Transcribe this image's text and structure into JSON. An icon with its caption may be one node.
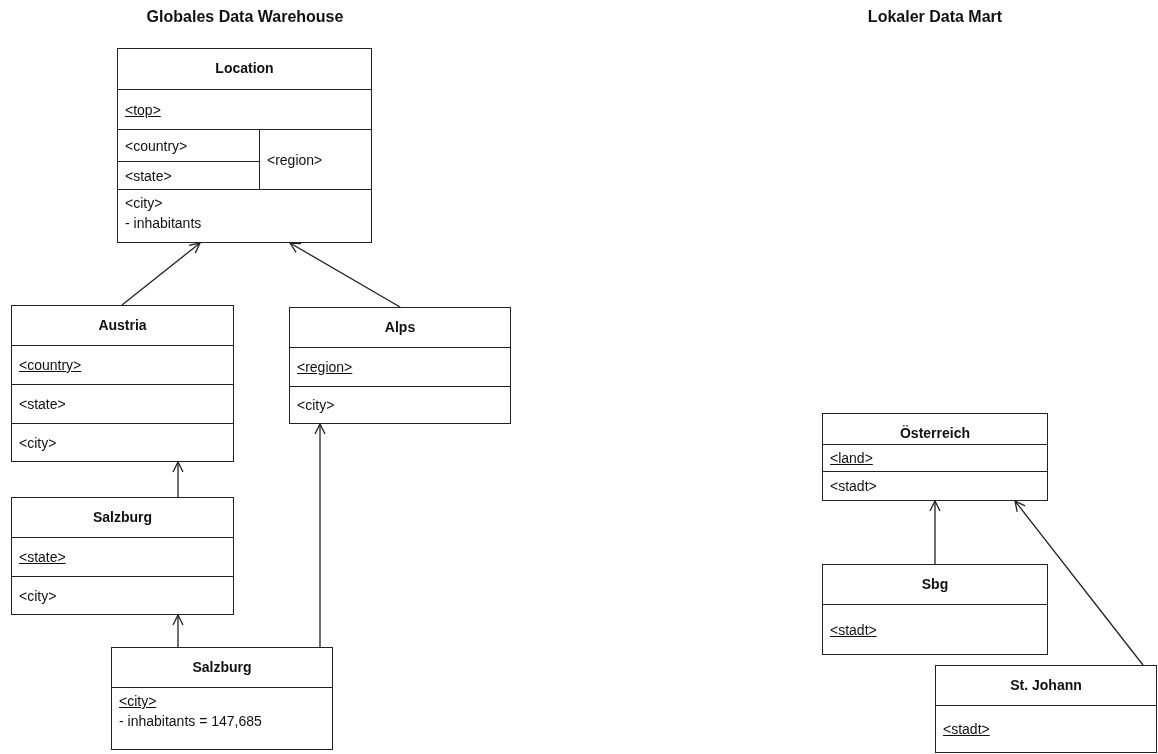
{
  "diagram": {
    "nodes": [
      {
        "text": [
          "Location"
        ]
      },
      {
        "text": [
          "<top>"
        ],
        "in": 0
      },
      {
        "text": [
          "<country>"
        ],
        "in": 0
      },
      {
        "text": [
          "<state>"
        ],
        "in": 0
      },
      {
        "text": [
          "<region>"
        ],
        "in": 0
      },
      {
        "text": [
          "<city>",
          "- inhabitants"
        ],
        "in": 0
      },
      {
        "text": [
          "Austria"
        ]
      },
      {
        "text": [
          "<country>"
        ],
        "in": 6
      },
      {
        "text": [
          "<state>"
        ],
        "in": 6
      },
      {
        "text": [
          "<city>"
        ],
        "in": 6
      },
      {
        "text": [
          "Alps"
        ]
      },
      {
        "text": [
          "<region>"
        ],
        "in": 10
      },
      {
        "text": [
          "<city>"
        ],
        "in": 10
      },
      {
        "text": [
          "Salzburg"
        ]
      },
      {
        "text": [
          "<state>"
        ],
        "in": 13
      },
      {
        "text": [
          "<city>"
        ],
        "in": 13
      },
      {
        "text": [
          "Salzburg"
        ]
      },
      {
        "text": [
          "<city>",
          "- inhabitants = 147,685"
        ],
        "in": 16
      },
      {
        "text": [
          "Österreich"
        ]
      },
      {
        "text": [
          "<land>"
        ],
        "in": 18
      },
      {
        "text": [
          "<stadt>"
        ],
        "in": 18
      },
      {
        "text": [
          "Sbg"
        ]
      },
      {
        "text": [
          "<stadt>"
        ],
        "in": 21
      },
      {
        "text": [
          "St. Johann"
        ]
      },
      {
        "text": [
          "<stadt>"
        ],
        "in": 23
      }
    ],
    "edges": [
      {
        "from": 6,
        "to": 0,
        "arrow": "to"
      },
      {
        "from": 10,
        "to": 0,
        "arrow": "to"
      },
      {
        "from": 13,
        "to": 6,
        "arrow": "to"
      },
      {
        "from": 16,
        "to": 13,
        "arrow": "to"
      },
      {
        "from": 16,
        "to": 10,
        "arrow": "to"
      },
      {
        "from": 21,
        "to": 18,
        "arrow": "to"
      },
      {
        "from": 23,
        "to": 18,
        "arrow": "to"
      }
    ],
    "labels": [
      "Globales Data Warehouse",
      "Lokaler Data Mart"
    ]
  }
}
